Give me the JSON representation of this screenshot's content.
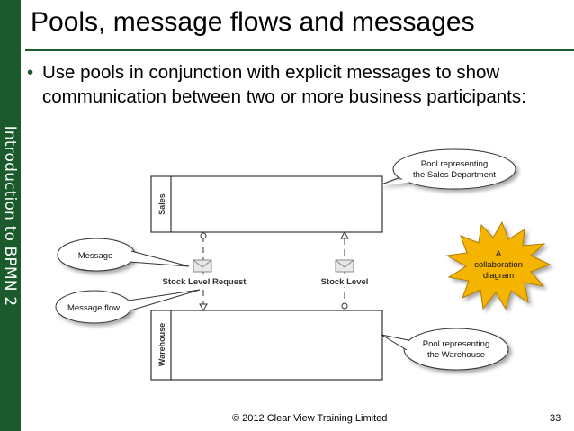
{
  "sidebar": {
    "text": "Introduction to BPMN 2"
  },
  "title": "Pools, message flows and messages",
  "bullet": {
    "marker": "•",
    "text": "Use pools in conjunction with explicit messages to show communication between two or more business participants:"
  },
  "diagram": {
    "pool_top_label": "Sales",
    "pool_bottom_label": "Warehouse",
    "message_left_label": "Stock Level Request",
    "message_right_label": "Stock Level",
    "callouts": {
      "pool_sales": [
        "Pool representing",
        "the Sales Department"
      ],
      "pool_warehouse": [
        "Pool representing",
        "the Warehouse"
      ],
      "message": "Message",
      "message_flow": "Message flow",
      "collaboration": [
        "A",
        "collaboration",
        "diagram"
      ]
    }
  },
  "footer": "© 2012 Clear View Training Limited",
  "page_number": "33",
  "colors": {
    "sidebar": "#1b5a2c",
    "star": "#f5b400",
    "callout_border": "#333333"
  }
}
